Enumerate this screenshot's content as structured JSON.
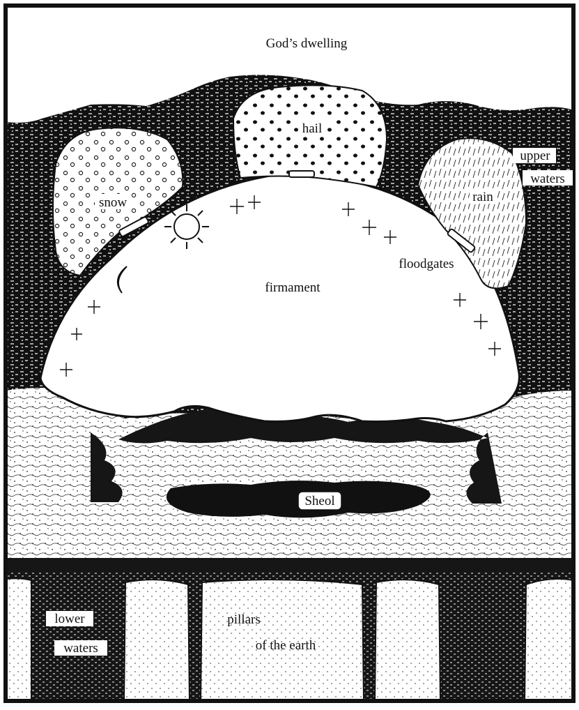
{
  "diagram": {
    "labels": {
      "gods_dwelling": "God’s dwelling",
      "hail": "hail",
      "snow": "snow",
      "rain": "rain",
      "upper_waters_1": "upper",
      "upper_waters_2": "waters",
      "floodgates": "floodgates",
      "firmament": "firmament",
      "sheol": "Sheol",
      "lower_waters_1": "lower",
      "lower_waters_2": "waters",
      "pillars_1": "pillars",
      "pillars_2": "of the earth"
    },
    "colors": {
      "ink": "#111111",
      "paper": "#ffffff"
    }
  }
}
